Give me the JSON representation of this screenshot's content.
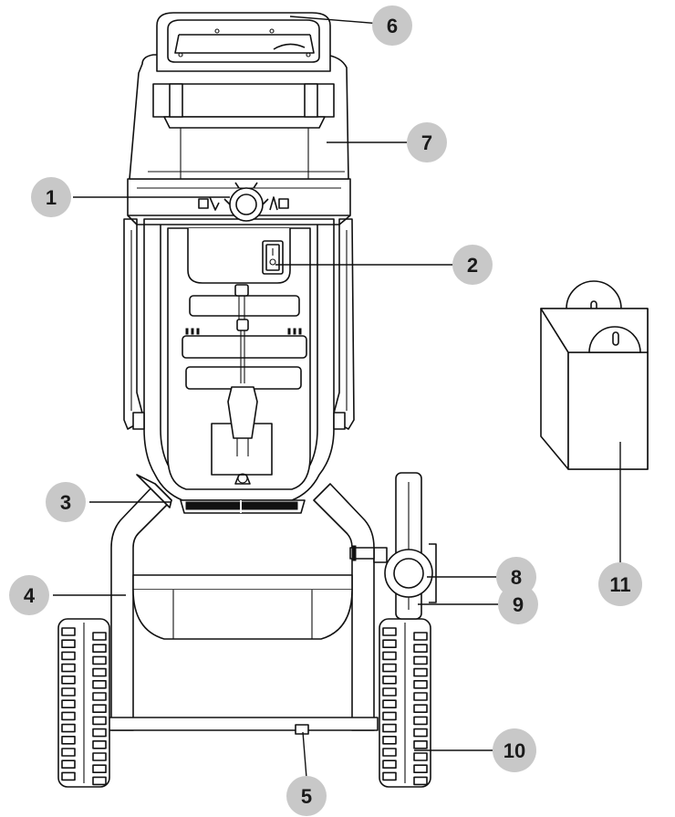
{
  "callouts": [
    {
      "label": "1"
    },
    {
      "label": "2"
    },
    {
      "label": "3"
    },
    {
      "label": "4"
    },
    {
      "label": "5"
    },
    {
      "label": "6"
    },
    {
      "label": "7"
    },
    {
      "label": "8"
    },
    {
      "label": "9"
    },
    {
      "label": "10"
    },
    {
      "label": "11"
    }
  ],
  "colors": {
    "badge_fill": "#c8c8c8",
    "line": "#111111",
    "background": "#ffffff"
  }
}
